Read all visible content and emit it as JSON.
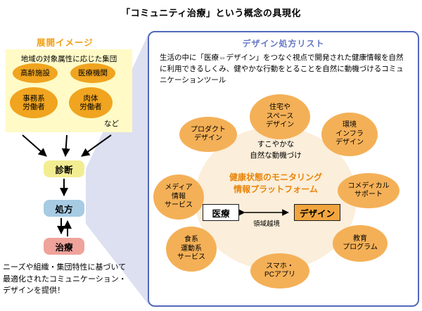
{
  "title": "「コミュニティ治療」という概念の具現化",
  "left_panel": {
    "heading": "展開イメージ",
    "group_box": {
      "title": "地域の対象属性に応じた集団",
      "bubbles": [
        "高齢施設",
        "医療機関",
        "事務系\n労働者",
        "肉体\n労働者"
      ],
      "etc_label": "など"
    },
    "flow_steps": [
      "診断",
      "処方",
      "治療"
    ],
    "footer_note": "ニーズや組織・集団特性に基づいて\n最適化されたコミュニケーション・\nデザインを提供！"
  },
  "right_panel": {
    "heading": "デザイン処方リスト",
    "description": "生活の中に「医療⇔デザイン」をつなぐ視点で開発された健康情報を自然に利用できるしくみ、健やかな行動をとることを自然に動機づけるコミュニケーションツール",
    "core": {
      "motivation": "すこやかな\n自然な動機づけ",
      "platform": "健康状態のモニタリング\n情報プラットフォーム",
      "medical_label": "医療",
      "design_label": "デザイン",
      "bridge_label": "領域越境"
    },
    "satellites": [
      "住宅や\nスペース\nデザイン",
      "環境\nインフラ\nデザイン",
      "プロダクト\nデザイン",
      "コメディカル\nサポート",
      "メディア\n情報\nサービス",
      "教育\nプログラム",
      "食系\n運動系\nサービス",
      "スマホ・\nPCアプリ"
    ]
  },
  "colors": {
    "accent_orange": "#f0a41f",
    "accent_blue": "#5268bc",
    "heading_orange": "#f09f12",
    "heading_blue": "#6577c4",
    "platform_orange": "#e8850a",
    "flow_diagnosis": "#f3ed92",
    "flow_prescription": "#a6cbe3",
    "flow_treatment": "#efa39b",
    "core_ellipse": "#fbeeda",
    "connector_triangle": "#c7cbe6"
  }
}
